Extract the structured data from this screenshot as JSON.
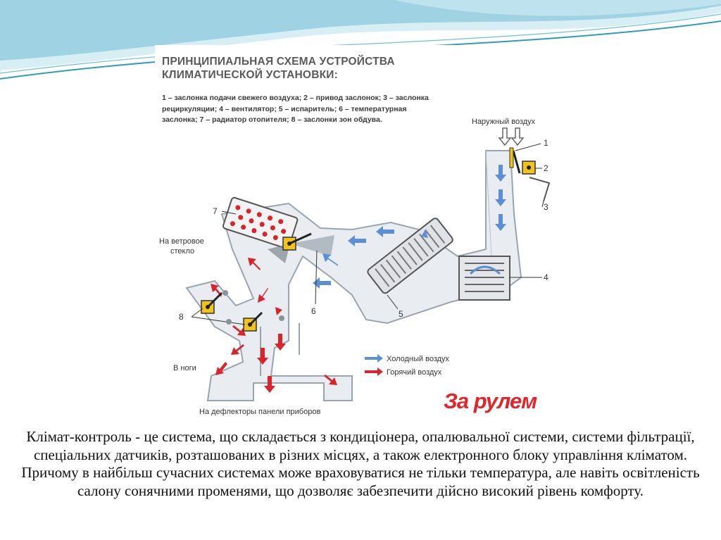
{
  "figure": {
    "title": "ПРИНЦИПИАЛЬНАЯ СХЕМА УСТРОЙСТВА\nКЛИМАТИЧЕСКОЙ УСТАНОВКИ:",
    "legend_text": "1 – заслонка подачи свежего воздуха; 2 – привод заслонок; 3 – заслонка рециркуляции; 4 – вентилятор; 5 – испаритель; 6 – температурная заслонка; 7 – радиатор отопителя; 8 – заслонки зон обдува.",
    "labels": {
      "outside_air": "Наружный воздух",
      "windshield": "На ветровое\nстекло",
      "feet": "В ноги",
      "dash_vents": "На дефлекторы панели приборов"
    },
    "numbers": [
      "1",
      "2",
      "3",
      "4",
      "5",
      "6",
      "7",
      "8"
    ],
    "legend_cold": "Холодный воздух",
    "legend_hot": "Горячий воздух",
    "brand": "За рулем",
    "colors": {
      "cold": "#5b8fd6",
      "hot": "#d9242b",
      "duct_fill": "#e9edf2",
      "actuator": "#f0c419",
      "brand": "#e0252b"
    }
  },
  "caption": "Клімат-контроль - це система, що складається з кондиціонера, опалювальної системи, системи фільтрації, спеціальних датчиків, розташованих в різних місцях, а також електронного блоку управління кліматом. Причому в найбільш сучасних системах може враховуватися не тільки температура, але навіть освітленість салону сонячними променями, що дозволяє забезпечити дійсно високий рівень комфорту."
}
